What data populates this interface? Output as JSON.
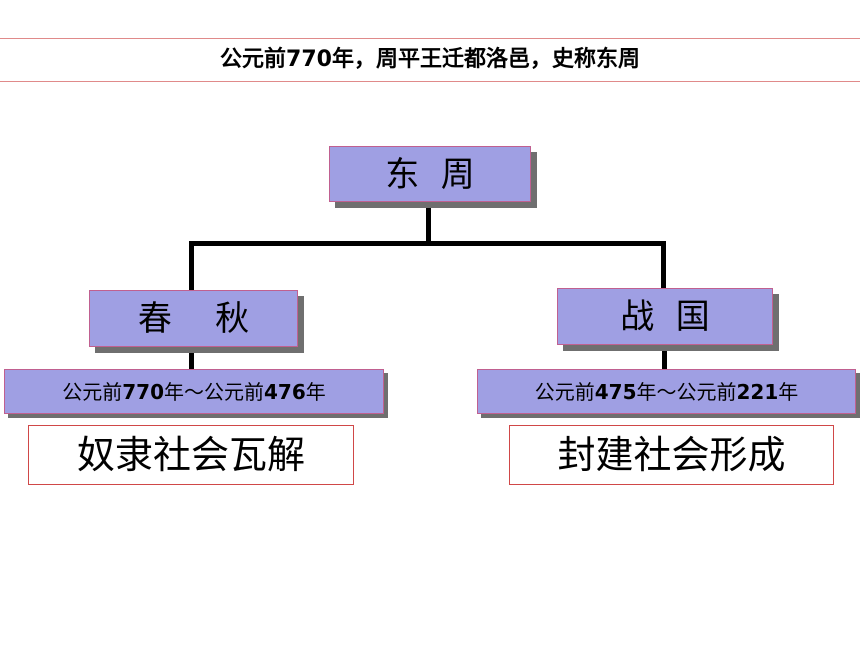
{
  "header": {
    "title": "公元前770年，周平王迁都洛邑，史称东周"
  },
  "diagram": {
    "root": {
      "label": "东  周"
    },
    "branches": [
      {
        "label": "春    秋",
        "date_prefix": "公元前",
        "date_start": "770",
        "date_sep": "年～公元前",
        "date_end": "476",
        "date_suffix": "年",
        "society": "奴隶社会瓦解"
      },
      {
        "label": "战  国",
        "date_prefix": "公元前",
        "date_start": "475",
        "date_sep": "年～公元前",
        "date_end": "221",
        "date_suffix": "年",
        "society": "封建社会形成"
      }
    ]
  },
  "colors": {
    "box_fill": "#9f9fe3",
    "box_border": "#c06090",
    "shadow": "#6f6f6f",
    "rule": "#e08a8a",
    "outline_border": "#d04848"
  }
}
